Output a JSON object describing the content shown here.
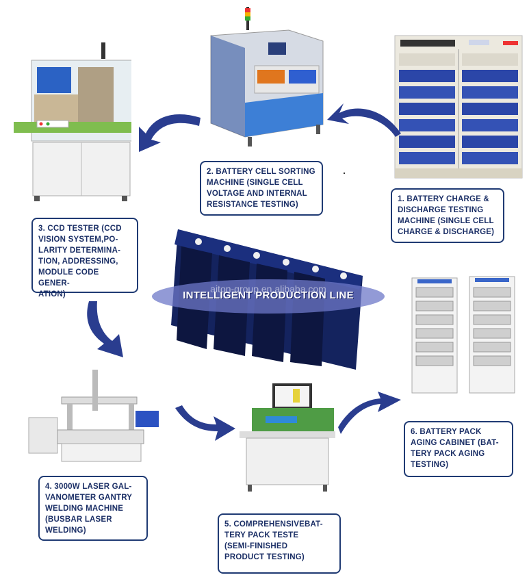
{
  "center": {
    "title": "INTELLIGENT PRODUCTION LINE",
    "watermark": "aiton-group.en.alibaba.com"
  },
  "steps": [
    {
      "id": 1,
      "text": "1. BATTERY CHARGE &\nDISCHARGE TESTING\nMACHINE (SINGLE CELL\nCHARGE & DISCHARGE)"
    },
    {
      "id": 2,
      "text": "2. BATTERY CELL SORTING\nMACHINE (SINGLE CELL\nVOLTAGE AND INTERNAL\nRESISTANCE TESTING)"
    },
    {
      "id": 3,
      "text": "3. CCD TESTER (CCD\nVISION SYSTEM,PO-\nLARITY DETERMINA-\nTION, ADDRESSING,\nMODULE CODE GENER-\nATION)"
    },
    {
      "id": 4,
      "text": "4. 3000W LASER GAL-\nVANOMETER GANTRY\nWELDING MACHINE\n(BUSBAR LASER\nWELDING)"
    },
    {
      "id": 5,
      "text": "5. COMPREHENSIVEBAT-\nTERY PACK TESTE\n(SEMI-FINISHED\nPRODUCT TESTING)"
    },
    {
      "id": 6,
      "text": "6. BATTERY PACK\nAGING CABINET (BAT-\nTERY PACK AGING\nTESTING)"
    }
  ],
  "colors": {
    "arrow": "#2a3d8f",
    "box_border": "#1f3a73",
    "text": "#1b2f66"
  }
}
